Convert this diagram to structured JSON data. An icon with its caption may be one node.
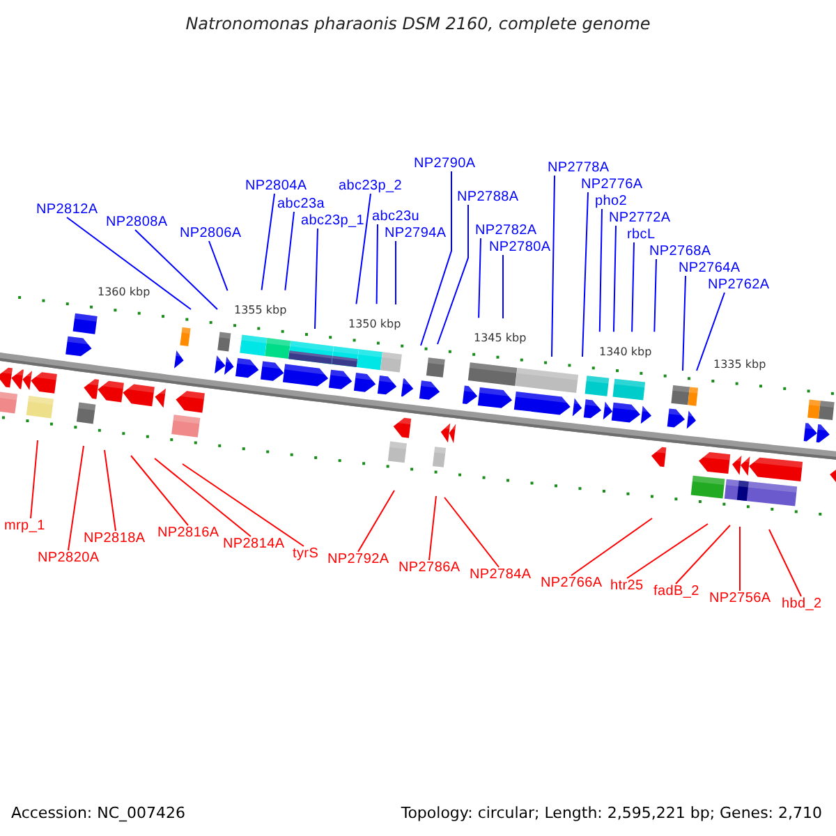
{
  "diagram": {
    "title": "Natronomonas pharaonis DSM 2160, complete genome",
    "nodes": [
      {
        "text": [
          "NP2812A"
        ]
      },
      {
        "text": [
          "NP2808A"
        ]
      },
      {
        "text": [
          "NP2806A"
        ]
      },
      {
        "text": [
          "NP2804A"
        ]
      },
      {
        "text": [
          "abc23a"
        ]
      },
      {
        "text": [
          "abc23p_1"
        ]
      },
      {
        "text": [
          "abc23p_2"
        ]
      },
      {
        "text": [
          "abc23u"
        ]
      },
      {
        "text": [
          "NP2794A"
        ]
      },
      {
        "text": [
          "NP2790A"
        ]
      },
      {
        "text": [
          "NP2788A"
        ]
      },
      {
        "text": [
          "NP2782A"
        ]
      },
      {
        "text": [
          "NP2780A"
        ]
      },
      {
        "text": [
          "NP2778A"
        ]
      },
      {
        "text": [
          "NP2776A"
        ]
      },
      {
        "text": [
          "pho2"
        ]
      },
      {
        "text": [
          "NP2772A"
        ]
      },
      {
        "text": [
          "rbcL"
        ]
      },
      {
        "text": [
          "NP2768A"
        ]
      },
      {
        "text": [
          "NP2764A"
        ]
      },
      {
        "text": [
          "NP2762A"
        ]
      },
      {
        "text": [
          "mrp_1"
        ]
      },
      {
        "text": [
          "NP2820A"
        ]
      },
      {
        "text": [
          "NP2818A"
        ]
      },
      {
        "text": [
          "NP2816A"
        ]
      },
      {
        "text": [
          "NP2814A"
        ]
      },
      {
        "text": [
          "tyrS"
        ]
      },
      {
        "text": [
          "NP2792A"
        ]
      },
      {
        "text": [
          "NP2786A"
        ]
      },
      {
        "text": [
          "NP2784A"
        ]
      },
      {
        "text": [
          "NP2766A"
        ]
      },
      {
        "text": [
          "htr25"
        ]
      },
      {
        "text": [
          "fadB_2"
        ]
      },
      {
        "text": [
          "NP2756A"
        ]
      },
      {
        "text": [
          "hbd_2"
        ]
      }
    ],
    "edges": [
      {
        "from": 0,
        "to": null,
        "arrow": "none"
      },
      {
        "from": 1,
        "to": null,
        "arrow": "none"
      },
      {
        "from": 2,
        "to": null,
        "arrow": "none"
      },
      {
        "from": 3,
        "to": null,
        "arrow": "none"
      },
      {
        "from": 4,
        "to": null,
        "arrow": "none"
      },
      {
        "from": 5,
        "to": null,
        "arrow": "none"
      },
      {
        "from": 6,
        "to": null,
        "arrow": "none"
      },
      {
        "from": 7,
        "to": null,
        "arrow": "none"
      },
      {
        "from": 8,
        "to": null,
        "arrow": "none"
      },
      {
        "from": 9,
        "to": null,
        "arrow": "none"
      },
      {
        "from": 10,
        "to": null,
        "arrow": "none"
      },
      {
        "from": 11,
        "to": null,
        "arrow": "none"
      },
      {
        "from": 12,
        "to": null,
        "arrow": "none"
      },
      {
        "from": 13,
        "to": null,
        "arrow": "none"
      },
      {
        "from": 14,
        "to": null,
        "arrow": "none"
      },
      {
        "from": 15,
        "to": null,
        "arrow": "none"
      },
      {
        "from": 16,
        "to": null,
        "arrow": "none"
      },
      {
        "from": 17,
        "to": null,
        "arrow": "none"
      },
      {
        "from": 18,
        "to": null,
        "arrow": "none"
      },
      {
        "from": 19,
        "to": null,
        "arrow": "none"
      },
      {
        "from": 20,
        "to": null,
        "arrow": "none"
      },
      {
        "from": 21,
        "to": null,
        "arrow": "none",
        "color": "#ff0000"
      },
      {
        "from": 22,
        "to": null,
        "arrow": "none",
        "color": "#ff0000"
      },
      {
        "from": 23,
        "to": null,
        "arrow": "none",
        "color": "#ff0000"
      },
      {
        "from": 24,
        "to": null,
        "arrow": "none",
        "color": "#ff0000"
      },
      {
        "from": 25,
        "to": null,
        "arrow": "none",
        "color": "#ff0000"
      },
      {
        "from": 26,
        "to": null,
        "arrow": "none",
        "color": "#ff0000"
      },
      {
        "from": 27,
        "to": null,
        "arrow": "none",
        "color": "#ff0000"
      },
      {
        "from": 28,
        "to": null,
        "arrow": "none",
        "color": "#ff0000"
      },
      {
        "from": 29,
        "to": null,
        "arrow": "none",
        "color": "#ff0000"
      },
      {
        "from": 30,
        "to": null,
        "arrow": "none",
        "color": "#ff0000"
      },
      {
        "from": 31,
        "to": null,
        "arrow": "none",
        "color": "#ff0000"
      },
      {
        "from": 32,
        "to": null,
        "arrow": "none",
        "color": "#ff0000"
      },
      {
        "from": 33,
        "to": null,
        "arrow": "none",
        "color": "#ff0000"
      },
      {
        "from": 34,
        "to": null,
        "arrow": "none",
        "color": "#ff0000"
      }
    ],
    "labels": [
      "1360 kbp",
      "1355 kbp",
      "1350 kbp",
      "1345 kbp",
      "1340 kbp",
      "1335 kbp",
      "Accession: NC_007426",
      "Topology: circular; Length: 2,595,221 bp; Genes: 2,710"
    ]
  }
}
